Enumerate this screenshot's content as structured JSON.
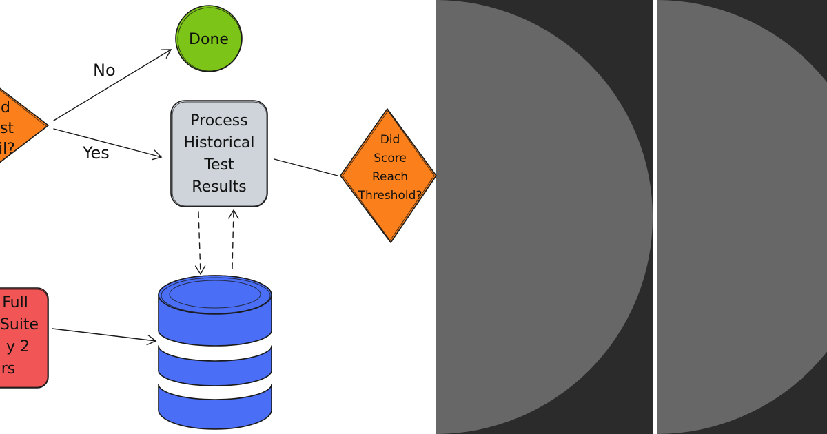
{
  "diagram": {
    "colors": {
      "decision": "#fb7f1a",
      "done": "#7dc418",
      "process": "#ced4da",
      "start": "#f25555",
      "database": "#4a6ef5",
      "panel_dark": "#2b2b2b",
      "panel_circle": "#676767",
      "divider": "#ffffff"
    },
    "nodes": {
      "decision_left": [
        "d",
        "st",
        "il?"
      ],
      "done": "Done",
      "process": [
        "Process",
        "Historical",
        "Test",
        "Results"
      ],
      "decision_right": [
        "Did",
        "Score",
        "Reach",
        "Threshold?"
      ],
      "start": [
        "Full",
        "Suite",
        "y 2",
        "rs"
      ]
    },
    "edges": {
      "no_label": "No",
      "yes_label": "Yes"
    },
    "icons": {
      "database": "database-icon",
      "arrow": "arrow-head-icon"
    }
  }
}
